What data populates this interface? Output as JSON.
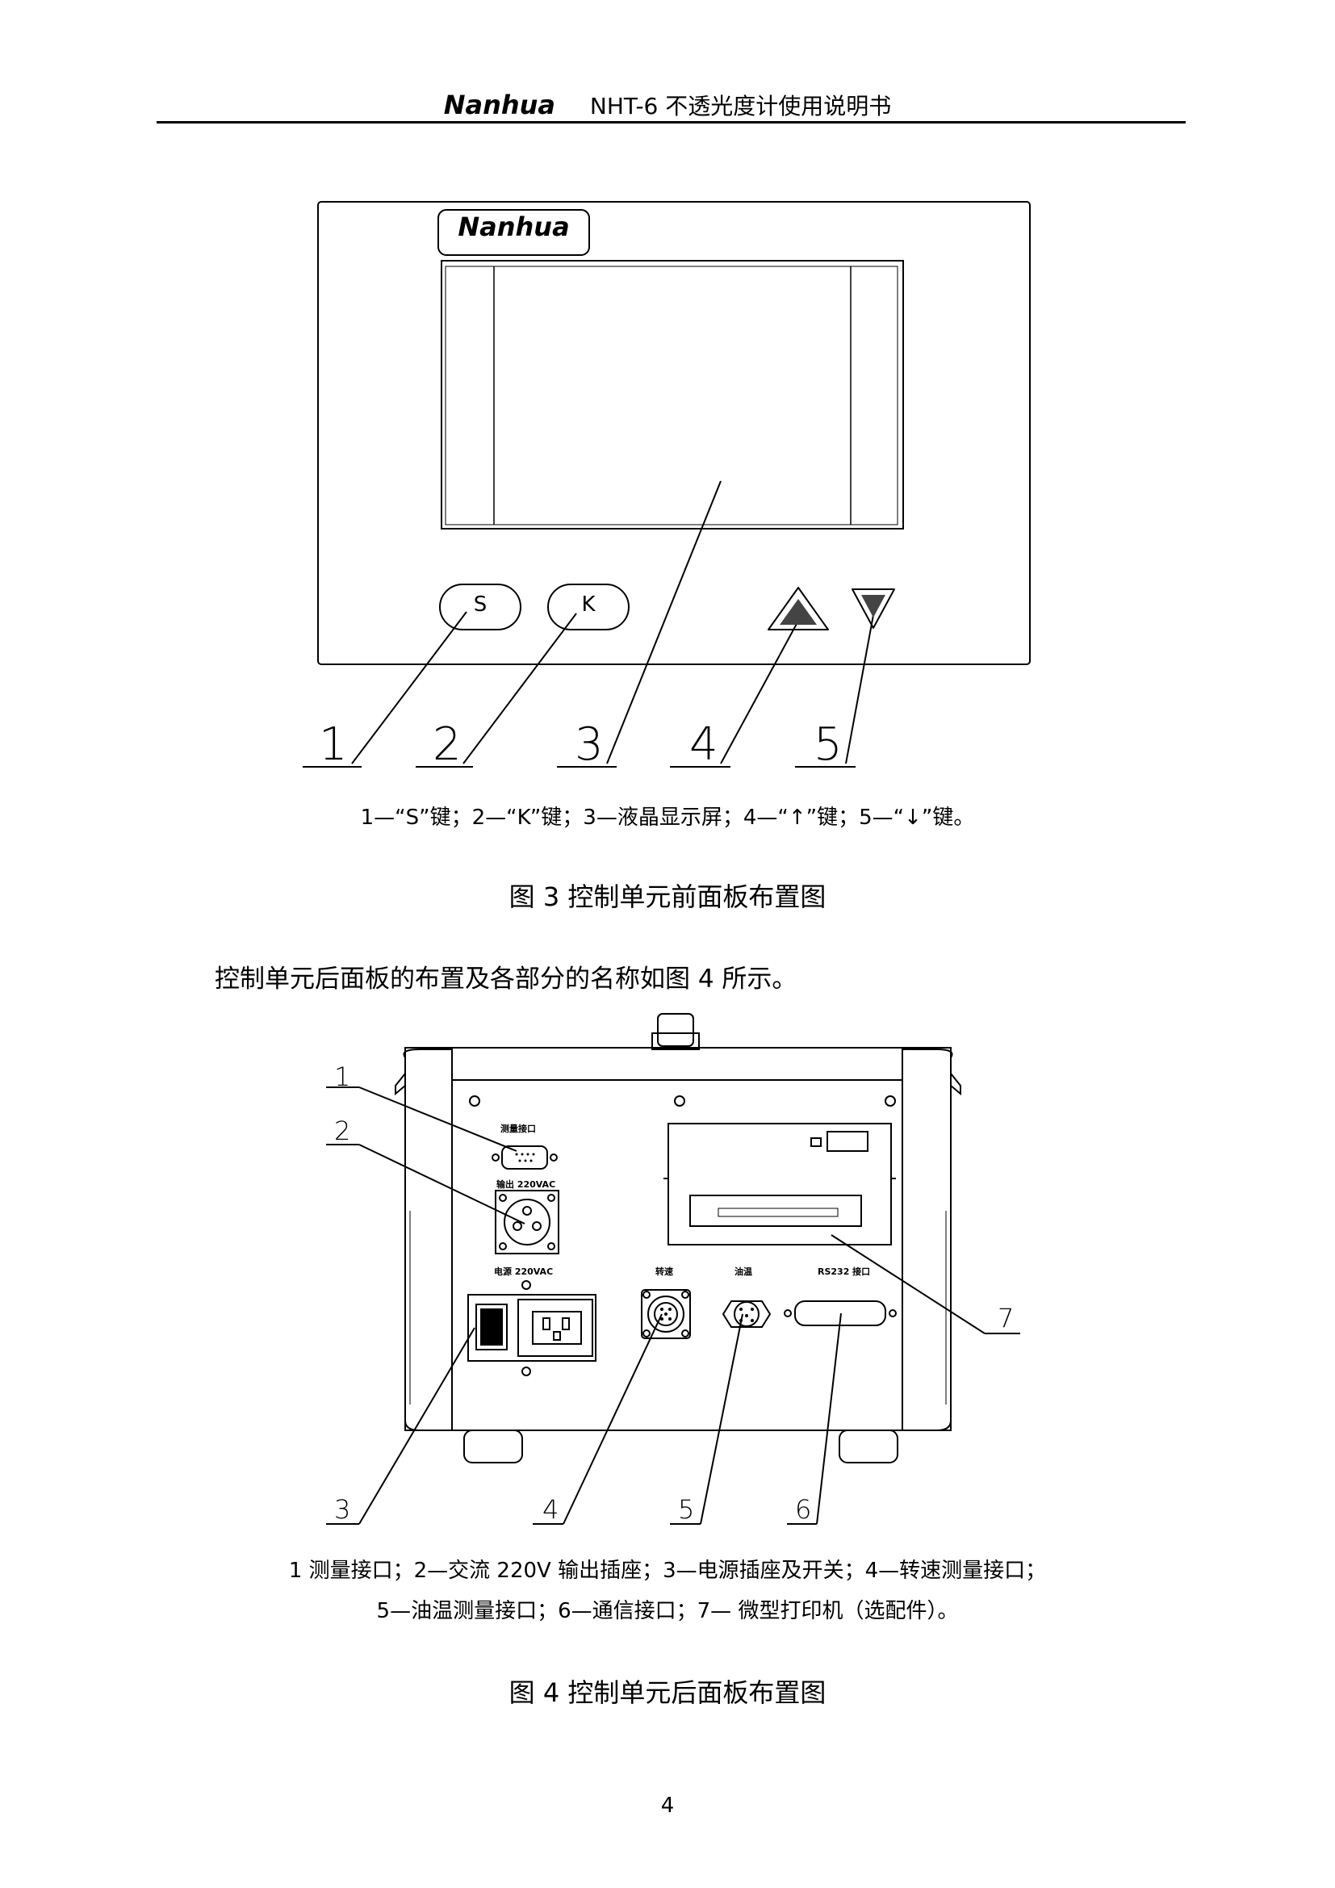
{
  "header": {
    "brand": "Nanhua",
    "title": "NHT-6  不透光度计使用说明书"
  },
  "figure3": {
    "panel_logo": "Nanhua",
    "key_s": "S",
    "key_k": "K",
    "callouts": [
      "1",
      "2",
      "3",
      "4",
      "5"
    ],
    "caption": "1—“S”键；2—“K”键；3—液晶显示屏；4—“↑”键；5—“↓”键。",
    "title": "图  3  控制单元前面板布置图"
  },
  "intro_text": "控制单元后面板的布置及各部分的名称如图 4 所示。",
  "figure4": {
    "labels": {
      "measure_port": "测量接口",
      "output_220": "输出 220VAC",
      "power_220": "电源  220VAC",
      "speed": "转速",
      "oil_temp": "油温",
      "rs232": "RS232  接口"
    },
    "callouts": [
      "1",
      "2",
      "3",
      "4",
      "5",
      "6",
      "7"
    ],
    "caption_line1": "1 测量接口；2—交流 220V 输出插座；3—电源插座及开关；4—转速测量接口；",
    "caption_line2": "5—油温测量接口；6—通信接口；7— 微型打印机（选配件）。",
    "title": "图  4  控制单元后面板布置图"
  },
  "page_number": "4"
}
